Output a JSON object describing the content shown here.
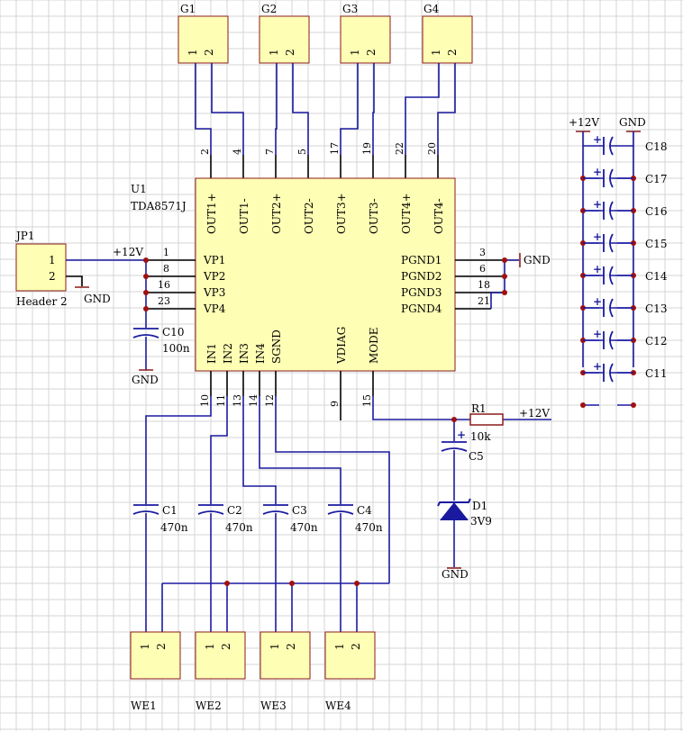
{
  "chip": {
    "ref": "U1",
    "part": "TDA8571J",
    "top_pins": [
      {
        "name": "OUT1+",
        "num": "2"
      },
      {
        "name": "OUT1-",
        "num": "4"
      },
      {
        "name": "OUT2+",
        "num": "7"
      },
      {
        "name": "OUT2-",
        "num": "5"
      },
      {
        "name": "OUT3+",
        "num": "17"
      },
      {
        "name": "OUT3-",
        "num": "19"
      },
      {
        "name": "OUT4+",
        "num": "22"
      },
      {
        "name": "OUT4-",
        "num": "20"
      }
    ],
    "left_pins": [
      {
        "name": "VP1",
        "num": "1"
      },
      {
        "name": "VP2",
        "num": "8"
      },
      {
        "name": "VP3",
        "num": "16"
      },
      {
        "name": "VP4",
        "num": "23"
      }
    ],
    "right_pins": [
      {
        "name": "PGND1",
        "num": "3"
      },
      {
        "name": "PGND2",
        "num": "6"
      },
      {
        "name": "PGND3",
        "num": "18"
      },
      {
        "name": "PGND4",
        "num": "21"
      }
    ],
    "bottom_pins": [
      {
        "name": "IN1",
        "num": "10"
      },
      {
        "name": "IN2",
        "num": "11"
      },
      {
        "name": "IN3",
        "num": "13"
      },
      {
        "name": "IN4",
        "num": "14"
      },
      {
        "name": "SGND",
        "num": "12"
      },
      {
        "name": "VDIAG",
        "num": "9"
      },
      {
        "name": "MODE",
        "num": "15"
      }
    ]
  },
  "output_connectors": [
    {
      "ref": "G1",
      "pin1": "1",
      "pin2": "2"
    },
    {
      "ref": "G2",
      "pin1": "1",
      "pin2": "2"
    },
    {
      "ref": "G3",
      "pin1": "1",
      "pin2": "2"
    },
    {
      "ref": "G4",
      "pin1": "1",
      "pin2": "2"
    }
  ],
  "input_connectors": [
    {
      "ref": "WE1",
      "pin1": "1",
      "pin2": "2"
    },
    {
      "ref": "WE2",
      "pin1": "1",
      "pin2": "2"
    },
    {
      "ref": "WE3",
      "pin1": "1",
      "pin2": "2"
    },
    {
      "ref": "WE4",
      "pin1": "1",
      "pin2": "2"
    }
  ],
  "input_caps": [
    {
      "ref": "C1",
      "value": "470n"
    },
    {
      "ref": "C2",
      "value": "470n"
    },
    {
      "ref": "C3",
      "value": "470n"
    },
    {
      "ref": "C4",
      "value": "470n"
    }
  ],
  "header": {
    "ref": "JP1",
    "name": "Header 2",
    "pin1": "1",
    "pin2": "2"
  },
  "c10": {
    "ref": "C10",
    "value": "100n"
  },
  "r1": {
    "ref": "R1",
    "value": "10k"
  },
  "c5": {
    "ref": "C5"
  },
  "d1": {
    "ref": "D1",
    "value": "3V9"
  },
  "power": {
    "vcc": "+12V",
    "gnd": "GND",
    "plus": "+"
  },
  "bank_caps": [
    "C18",
    "C17",
    "C16",
    "C15",
    "C14",
    "C13",
    "C12",
    "C11"
  ],
  "colors": {
    "wire": "#1a1aa0",
    "component_fill": "#fefeb4",
    "component_border": "#8b1a1a",
    "junction": "#a01010",
    "grid": "#d4d4d4"
  }
}
